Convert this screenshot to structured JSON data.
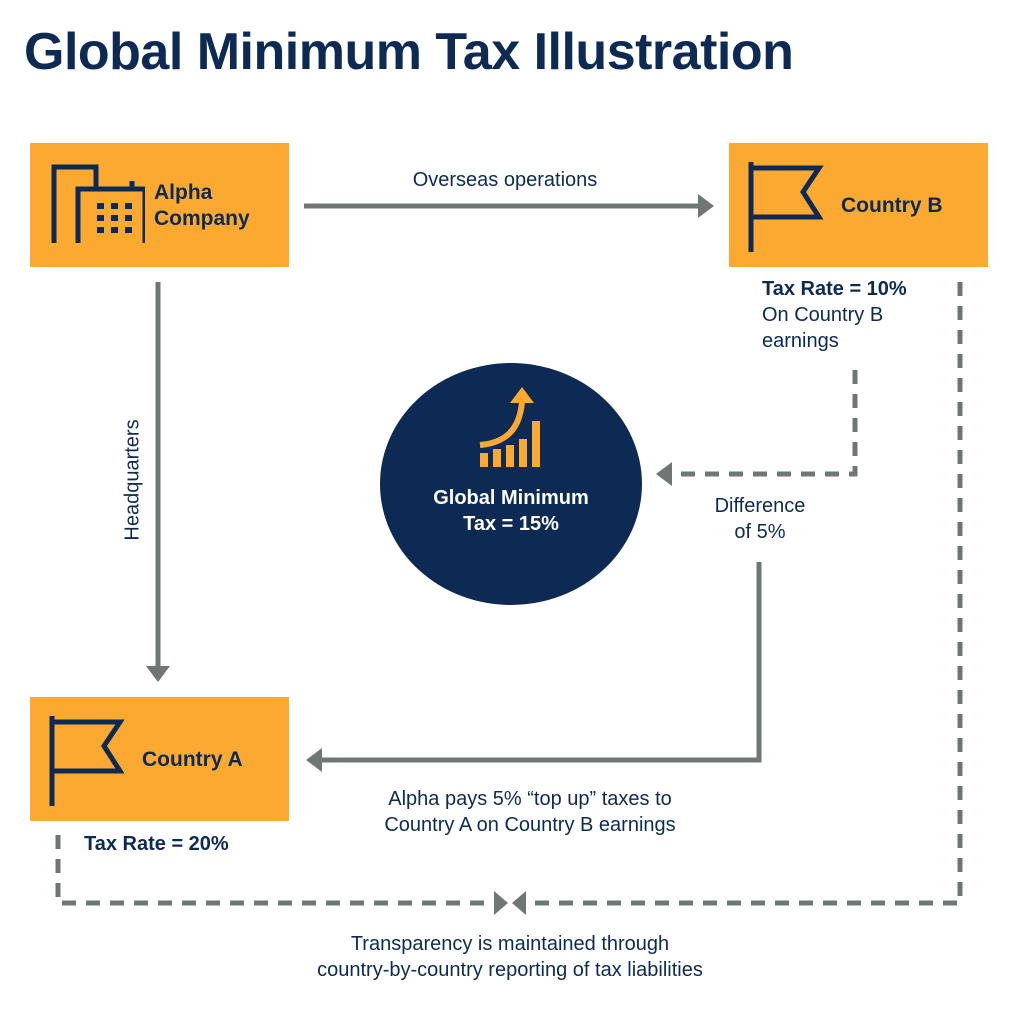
{
  "title": "Global Minimum Tax Illustration",
  "nodes": {
    "alpha_company": {
      "line1": "Alpha",
      "line2": "Company",
      "icon": "building-icon"
    },
    "country_b": {
      "label": "Country B",
      "icon": "flag-icon",
      "tax_rate": "Tax Rate = 10%",
      "note_line1": "On Country B",
      "note_line2": "earnings"
    },
    "country_a": {
      "label": "Country A",
      "icon": "flag-icon",
      "tax_rate": "Tax Rate = 20%"
    },
    "global_minimum": {
      "line1": "Global Minimum",
      "line2": "Tax = 15%",
      "icon": "growth-chart-icon"
    }
  },
  "edges": {
    "overseas": "Overseas operations",
    "headquarters": "Headquarters",
    "difference_line1": "Difference",
    "difference_line2": "of 5%",
    "top_up_line1": "Alpha pays 5% “top up” taxes to",
    "top_up_line2": "Country A on Country B earnings"
  },
  "footer": {
    "line1": "Transparency is maintained through",
    "line2": "country-by-country reporting of tax liabilities"
  },
  "colors": {
    "navy": "#0d2a55",
    "orange": "#fca932",
    "arrow_gray": "#6f7775",
    "white": "#ffffff"
  }
}
